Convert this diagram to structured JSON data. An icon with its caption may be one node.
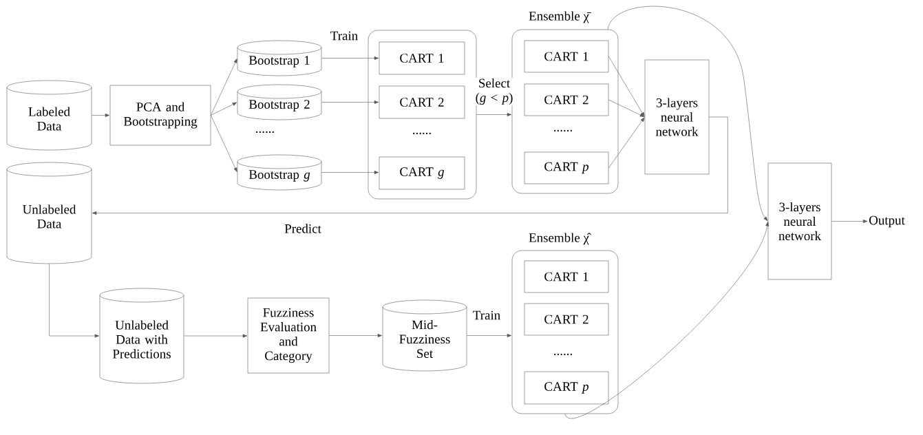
{
  "diagram": {
    "nodes": [
      {
        "text": [
          "Labeled Data"
        ]
      },
      {
        "text": [
          "PCA and Bootstrapping"
        ]
      },
      {
        "text": [
          "Bootstrap 1"
        ]
      },
      {
        "text": [
          "Bootstrap 2"
        ]
      },
      {
        "text": [
          "Bootstrap *g*"
        ]
      },
      {
        "text": [],
        "shape": "box"
      },
      {
        "text": [
          "CART 1"
        ],
        "in": 5
      },
      {
        "text": [
          "CART 2"
        ],
        "in": 5
      },
      {
        "text": [
          "CART *g*"
        ],
        "in": 5
      },
      {
        "text": [
          "Ensemble χ̄"
        ]
      },
      {
        "text": [
          "CART 1"
        ],
        "in": 9
      },
      {
        "text": [
          "CART 2"
        ],
        "in": 9
      },
      {
        "text": [
          "CART *p*"
        ],
        "in": 9
      },
      {
        "text": [
          "3-layers neural network"
        ]
      },
      {
        "text": [
          "Unlabeled Data"
        ]
      },
      {
        "text": [
          "Unlabeled Data with Predictions"
        ]
      },
      {
        "text": [
          "Fuzziness Evaluation and Category"
        ]
      },
      {
        "text": [
          "Mid-Fuzziness Set"
        ]
      },
      {
        "text": [
          "Ensemble χ̂"
        ]
      },
      {
        "text": [
          "CART 1"
        ],
        "in": 18
      },
      {
        "text": [
          "CART 2"
        ],
        "in": 18
      },
      {
        "text": [
          "CART *p*"
        ],
        "in": 18
      },
      {
        "text": [
          "3-layers neural network"
        ]
      },
      {
        "text": [
          "Output"
        ]
      }
    ],
    "edges": [
      {
        "from": 0,
        "to": 1,
        "arrow": "to"
      },
      {
        "from": 1,
        "to": 2,
        "arrow": "to"
      },
      {
        "from": 1,
        "to": 3,
        "arrow": "to"
      },
      {
        "from": 1,
        "to": 4,
        "arrow": "to"
      },
      {
        "from": 2,
        "to": 6,
        "arrow": "to",
        "label": "Train"
      },
      {
        "from": 3,
        "to": 7,
        "arrow": "to"
      },
      {
        "from": 4,
        "to": 8,
        "arrow": "to"
      },
      {
        "from": 5,
        "to": 9,
        "arrow": "to",
        "label": "Select (*g* < *p*)"
      },
      {
        "from": 10,
        "to": 13,
        "arrow": "to"
      },
      {
        "from": 11,
        "to": 13,
        "arrow": "to"
      },
      {
        "from": 12,
        "to": 13,
        "arrow": "to"
      },
      {
        "from": 13,
        "to": 14,
        "arrow": "to",
        "label": "Predict"
      },
      {
        "from": 9,
        "to": 22,
        "arrow": "to"
      },
      {
        "from": 14,
        "to": 15,
        "arrow": "to"
      },
      {
        "from": 15,
        "to": 16,
        "arrow": "to"
      },
      {
        "from": 16,
        "to": 17,
        "arrow": "to"
      },
      {
        "from": 17,
        "to": 18,
        "arrow": "to",
        "label": "Train"
      },
      {
        "from": 18,
        "to": 22,
        "arrow": "to"
      },
      {
        "from": 22,
        "to": 23,
        "arrow": "to"
      }
    ],
    "labels": [
      "......",
      "......",
      "......",
      "......"
    ]
  }
}
